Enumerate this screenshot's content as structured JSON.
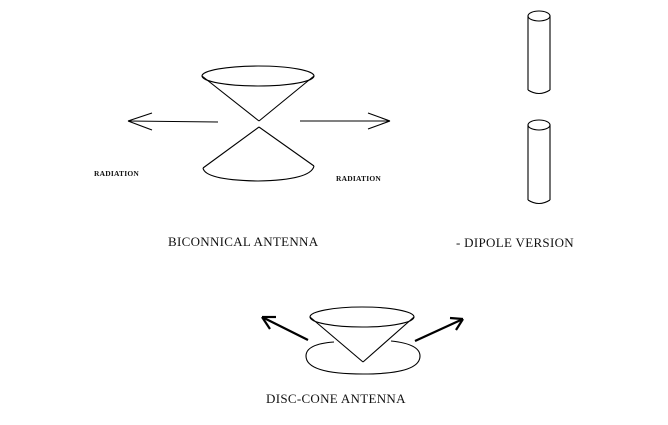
{
  "biconical": {
    "title": "BICONNICAL ANTENNA",
    "left_label": "RADIATION",
    "right_label": "RADIATION"
  },
  "dipole": {
    "title": "- DIPOLE VERSION"
  },
  "disc_cone": {
    "title": "DISC-CONE  ANTENNA"
  },
  "colors": {
    "background": "#ffffff",
    "ink": "#000000"
  }
}
